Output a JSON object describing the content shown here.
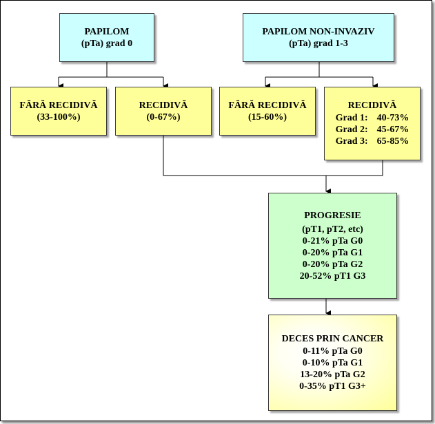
{
  "colors": {
    "cyan_box": "#ccffff",
    "yellow_box": "#ffff99",
    "green_box": "#ccffcc",
    "line": "#000000"
  },
  "papilom": {
    "title": "PAPILOM",
    "subtitle": "(pTa) grad 0"
  },
  "papilom_noninvaziv": {
    "title": "PAPILOM NON-INVAZIV",
    "subtitle": "(pTa) grad 1-3"
  },
  "fara_recidiva_1": {
    "title": "FĂRĂ RECIDIVĂ",
    "value": "(33-100%)"
  },
  "recidiva_1": {
    "title": "RECIDIVĂ",
    "value": "(0-67%)"
  },
  "fara_recidiva_2": {
    "title": "FĂRĂ RECIDIVĂ",
    "value": "(15-60%)"
  },
  "recidiva_2": {
    "title": "RECIDIVĂ",
    "grades": [
      {
        "label": "Grad 1:",
        "value": "40-73%"
      },
      {
        "label": "Grad 2:",
        "value": "45-67%"
      },
      {
        "label": "Grad 3:",
        "value": "65-85%"
      }
    ]
  },
  "progresie": {
    "title": "PROGRESIE",
    "lines": [
      "(pT1, pT2, etc)",
      "0-21% pTa G0",
      "0-20% pTa G1",
      "0-20% pTa G2",
      "20-52% pT1 G3"
    ]
  },
  "deces": {
    "title": "DECES PRIN CANCER",
    "lines": [
      "0-11% pTa G0",
      "0-10% pTa G1",
      "13-20% pTa G2",
      "0-35% pT1 G3+"
    ]
  }
}
